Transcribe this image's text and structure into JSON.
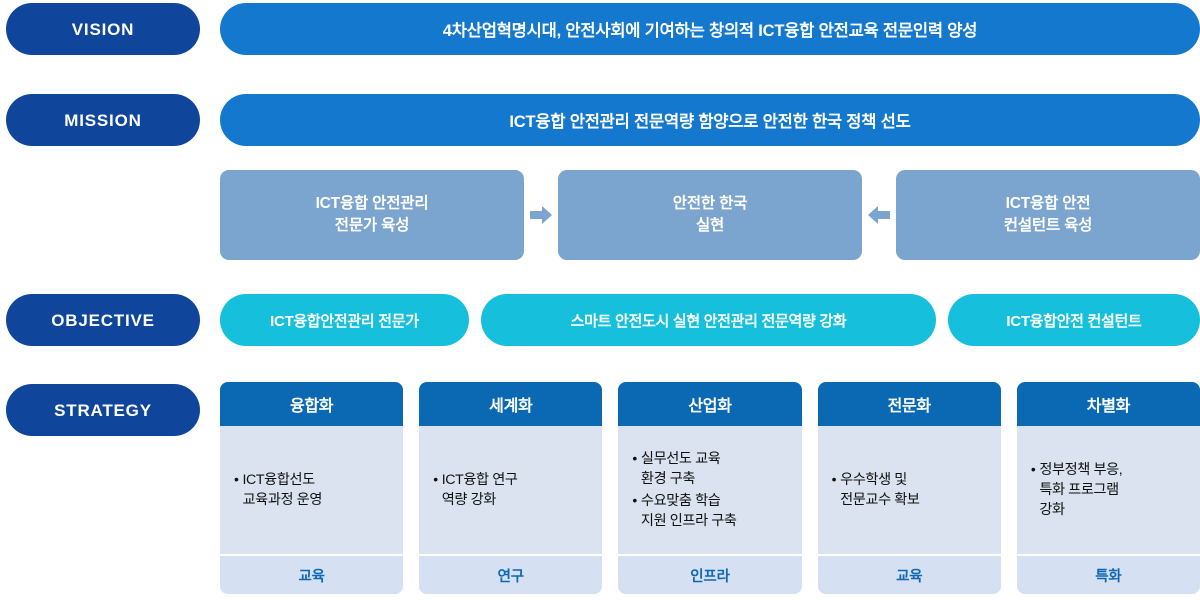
{
  "diagram": {
    "title": "ICT Convergence Safety Education Vision Mission Objective Strategy",
    "colors": {
      "navy_label": "#0f469b",
      "banner_blue": "#1479ce",
      "steel_blue": "#7ba4ce",
      "cyan_pill": "#16c0dc",
      "card_header_blue": "#0b69b4",
      "card_body": "#dae3ef",
      "card_footer": "#d5e1f2",
      "footer_text_blue": "#1068b2"
    }
  },
  "rows": {
    "vision": {
      "label": "VISION",
      "text": "4차산업혁명시대, 안전사회에 기여하는 창의적 ICT융합 안전교육 전문인력 양성"
    },
    "mission": {
      "label": "MISSION",
      "text": "ICT융합 안전관리 전문역량 함양으로 안전한 한국 정책 선도"
    },
    "objective": {
      "label": "OBJECTIVE"
    },
    "strategy": {
      "label": "STRATEGY"
    }
  },
  "mid_boxes": [
    {
      "line1": "ICT융합 안전관리",
      "line2": "전문가 육성"
    },
    {
      "line1": "안전한 한국",
      "line2": "실현"
    },
    {
      "line1": "ICT융합 안전",
      "line2": "컨설턴트 육성"
    }
  ],
  "mid_arrows": [
    {
      "direction": "right",
      "icon": "arrow-right-icon"
    },
    {
      "direction": "left",
      "icon": "arrow-left-icon"
    }
  ],
  "objectives": [
    {
      "text": "ICT융합안전관리 전문가"
    },
    {
      "text": "스마트 안전도시 실현 안전관리 전문역량 강화"
    },
    {
      "text": "ICT융합안전 컨설턴트"
    }
  ],
  "strategies": [
    {
      "header": "융합화",
      "bullets": [
        "ICT융합선도\n교육과정 운영"
      ],
      "footer": "교육"
    },
    {
      "header": "세계화",
      "bullets": [
        "ICT융합 연구\n역량 강화"
      ],
      "footer": "연구"
    },
    {
      "header": "산업화",
      "bullets": [
        "실무선도 교육\n환경 구축",
        "수요맞춤 학습\n지원 인프라 구축"
      ],
      "footer": "인프라"
    },
    {
      "header": "전문화",
      "bullets": [
        "우수학생 및\n전문교수 확보"
      ],
      "footer": "교육"
    },
    {
      "header": "차별화",
      "bullets": [
        "정부정책 부응,\n특화 프로그램\n강화"
      ],
      "footer": "특화"
    }
  ]
}
